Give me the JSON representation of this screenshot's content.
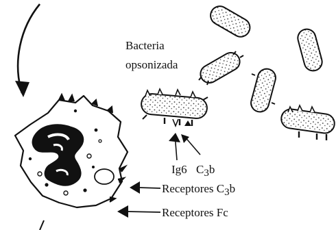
{
  "labels": {
    "bacteria_line1": "Bacteria",
    "bacteria_line2": "opsonizada",
    "ig6": "Ig6",
    "c3b_prefix": "C",
    "c3b_sub": "3",
    "c3b_suffix": "b",
    "receptores_c3b_prefix": "Receptores C",
    "receptores_c3b_sub": "3",
    "receptores_c3b_suffix": "b",
    "receptores_fc": "Receptores Fc"
  }
}
